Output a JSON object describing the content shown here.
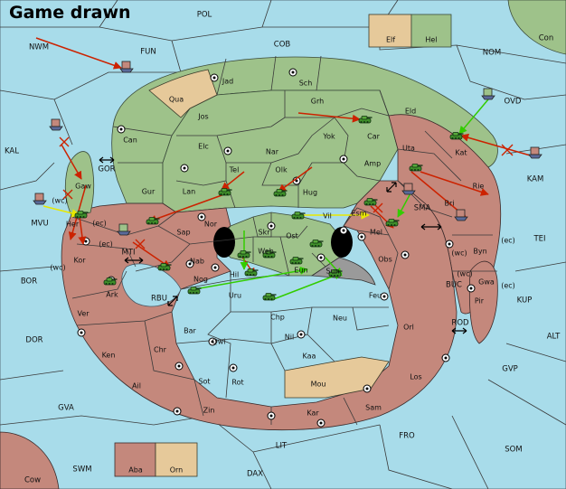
{
  "title": "Game drawn",
  "colors": {
    "sea": "#a8dcea",
    "green_power": "#9ec28a",
    "red_power": "#c4887c",
    "neutral": "#e6c99a",
    "impassable": "#9a9a9a",
    "attack_order": "#cc2200",
    "support_order": "#e8e800",
    "move_order_green": "#33cc00"
  },
  "sea_labels": {
    "pol": "POL",
    "fun": "FUN",
    "nwm": "NWM",
    "cob": "COB",
    "nom": "NOM",
    "con": "Con",
    "ovd": "OVD",
    "kal": "KAL",
    "gor": "GOR",
    "kam": "KAM",
    "mvu": "MVU",
    "sma": "SMA",
    "tei": "TEI",
    "bor": "BOR",
    "mti": "MTI",
    "rbu": "RBU",
    "buc": "BUC",
    "kup": "KUP",
    "dor": "DOR",
    "rod": "ROD",
    "alt": "ALT",
    "gvp": "GVP",
    "gva": "GVA",
    "fro": "FRO",
    "lit": "LIT",
    "som": "SOM",
    "swm": "SWM",
    "dax": "DAX",
    "cow": "Cow"
  },
  "legend_top": {
    "elf": "Elf",
    "hel": "Hel"
  },
  "legend_bottom": {
    "aba": "Aba",
    "orn": "Orn"
  },
  "green_labels": {
    "jad": "Jad",
    "sch": "Sch",
    "qua": "Qua",
    "jos": "Jos",
    "grh": "Grh",
    "eld": "Eld",
    "can": "Can",
    "yok": "Yok",
    "car": "Car",
    "elc": "Elc",
    "nar": "Nar",
    "amp": "Amp",
    "kat": "Kat",
    "tel": "Tel",
    "olk": "Olk",
    "gur": "Gur",
    "lan": "Lan",
    "hug": "Hug",
    "gaw": "Gaw",
    "skr": "Skr",
    "web": "Web",
    "ost": "Ost",
    "eun": "Eun",
    "vil": "Vil"
  },
  "red_labels": {
    "uta": "Uta",
    "rie": "Rie",
    "bri": "Bri",
    "esm": "Esm",
    "mel": "Mel",
    "nor": "Nor",
    "sap": "Sap",
    "her": "Her",
    "kor": "Kor",
    "ark": "Ark",
    "nab": "Nab",
    "nog": "Nog",
    "hil": "Hil",
    "sun": "Sun",
    "obs": "Obs",
    "byn": "Byn",
    "gwa": "Gwa",
    "pir": "Pir",
    "uru": "Uru",
    "feu": "Feu",
    "ver": "Ver",
    "chp": "Chp",
    "neu": "Neu",
    "orl": "Orl",
    "bar": "Bar",
    "qwi": "Qwi",
    "nil": "Nil",
    "ken": "Ken",
    "chr": "Chr",
    "kaa": "Kaa",
    "los": "Los",
    "ail": "Ail",
    "sot": "Sot",
    "rot": "Rot",
    "mou": "Mou",
    "zin": "Zin",
    "kar": "Kar",
    "sam": "Sam"
  },
  "coast_tags": {
    "wc1": "(wc)",
    "ec1": "(ec)",
    "ec2": "(ec)",
    "wc2": "(wc)",
    "wc3": "(wc)",
    "ec3": "(ec)",
    "wc4": "(wc)",
    "ec4": "(ec)"
  }
}
